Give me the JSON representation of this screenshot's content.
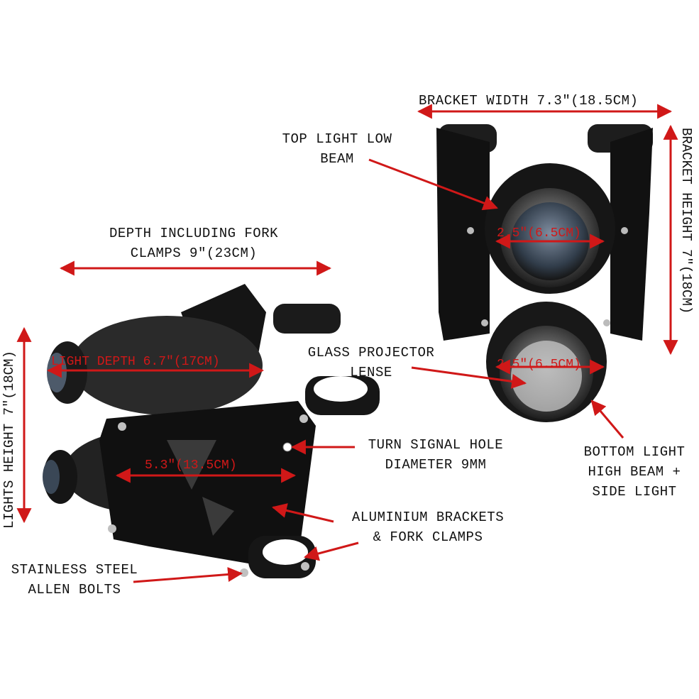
{
  "colors": {
    "arrow": "#d01818",
    "product": "#1a1a1a",
    "background": "#ffffff"
  },
  "labels": {
    "bracket_width": "BRACKET WIDTH 7.3″(18.5CM)",
    "bracket_height": "BRACKET HEIGHT 7″(18CM)",
    "top_light_1": "TOP LIGHT LOW",
    "top_light_2": "BEAM",
    "depth_1": "DEPTH INCLUDING FORK",
    "depth_2": "CLAMPS 9″(23CM)",
    "lights_height": "LIGHTS HEIGHT 7″(18CM)",
    "glass_1": "GLASS PROJECTOR",
    "glass_2": "LENSE",
    "light_depth": "LIGHT DEPTH 6.7″(17CM)",
    "turn_1": "TURN SIGNAL HOLE",
    "turn_2": "DIAMETER 9MM",
    "bracket_span": "5.3″(13.5CM)",
    "bottom_1": "BOTTOM LIGHT",
    "bottom_2": "HIGH BEAM +",
    "bottom_3": "SIDE LIGHT",
    "alu_1": "ALUMINIUM BRACKETS",
    "alu_2": "& FORK CLAMPS",
    "bolts_1": "STAINLESS STEEL",
    "bolts_2": "ALLEN BOLTS",
    "lens_top": "2.5″(6.5CM)",
    "lens_bottom": "2.5″(6.5CM)"
  }
}
